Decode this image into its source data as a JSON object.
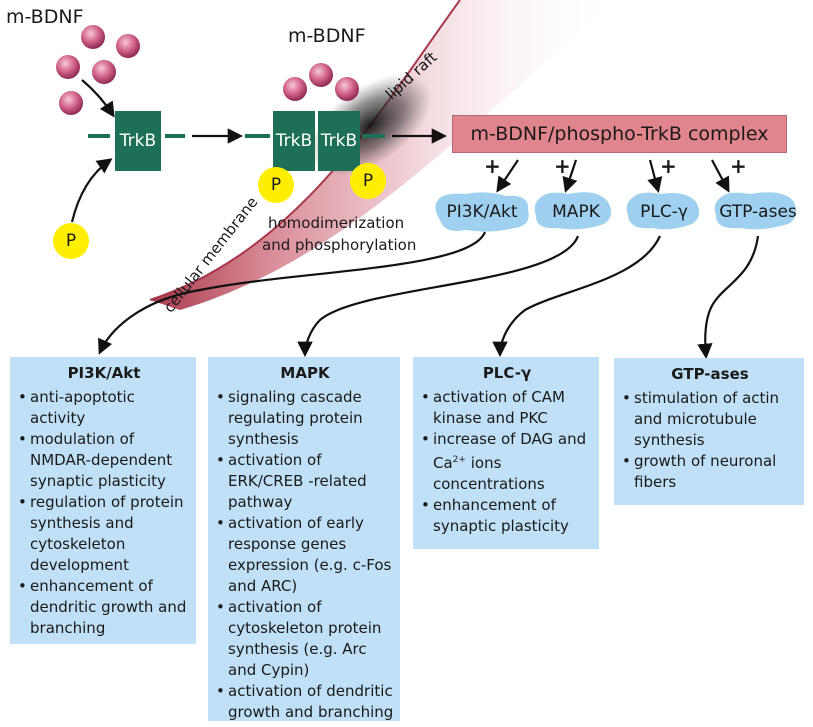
{
  "labels": {
    "mbdnf_left": "m-BDNF",
    "mbdnf_center": "m-BDNF",
    "trkb": "TrkB",
    "phospho": "P",
    "lipid_raft": "lipid raft",
    "cellular_membrane": "cellular membrane",
    "homodimerization": "homodimerization",
    "and_phosphorylation": "and phosphorylation",
    "complex": "m-BDNF/phospho-TrkB complex",
    "plus": "+"
  },
  "kinases": [
    "PI3K/Akt",
    "MAPK",
    "PLC-γ",
    "GTP-ases"
  ],
  "boxes": [
    {
      "title": "PI3K/Akt",
      "items": [
        "anti-apoptotic activity",
        "modulation of NMDAR-dependent synaptic plasticity",
        "regulation of protein synthesis and cytoskeleton development",
        "enhancement of dendritic growth and branching"
      ]
    },
    {
      "title": "MAPK",
      "items": [
        "signaling cascade regulating protein synthesis",
        "activation of ERK/CREB -related pathway",
        "activation of early response genes expression (e.g. c-Fos and ARC)",
        "activation of cytoskeleton protein synthesis (e.g. Arc and Cypin)",
        "activation of dendritic growth and branching"
      ]
    },
    {
      "title": "PLC-γ",
      "items": [
        "activation of CAM kinase and PKC",
        "increase of DAG and Ca",
        "enhancement of synaptic plasticity"
      ],
      "superscript": "2+",
      "item_suffix": " ions concentrations"
    },
    {
      "title": "GTP-ases",
      "items": [
        "stimulation of actin and microtubule synthesis",
        "growth of neuronal fibers"
      ]
    }
  ],
  "colors": {
    "trkb": "#1d6f58",
    "phospho": "#ffee00",
    "complex": "#e0848e",
    "kinase": "#9fd0f0",
    "box": "#bfe0f7",
    "membrane": "#a8384c",
    "bdnf": "#c24a6b"
  },
  "icons": [
    "bdnf-ball-icon",
    "phosphate-icon",
    "receptor-icon",
    "arrow-icon"
  ]
}
